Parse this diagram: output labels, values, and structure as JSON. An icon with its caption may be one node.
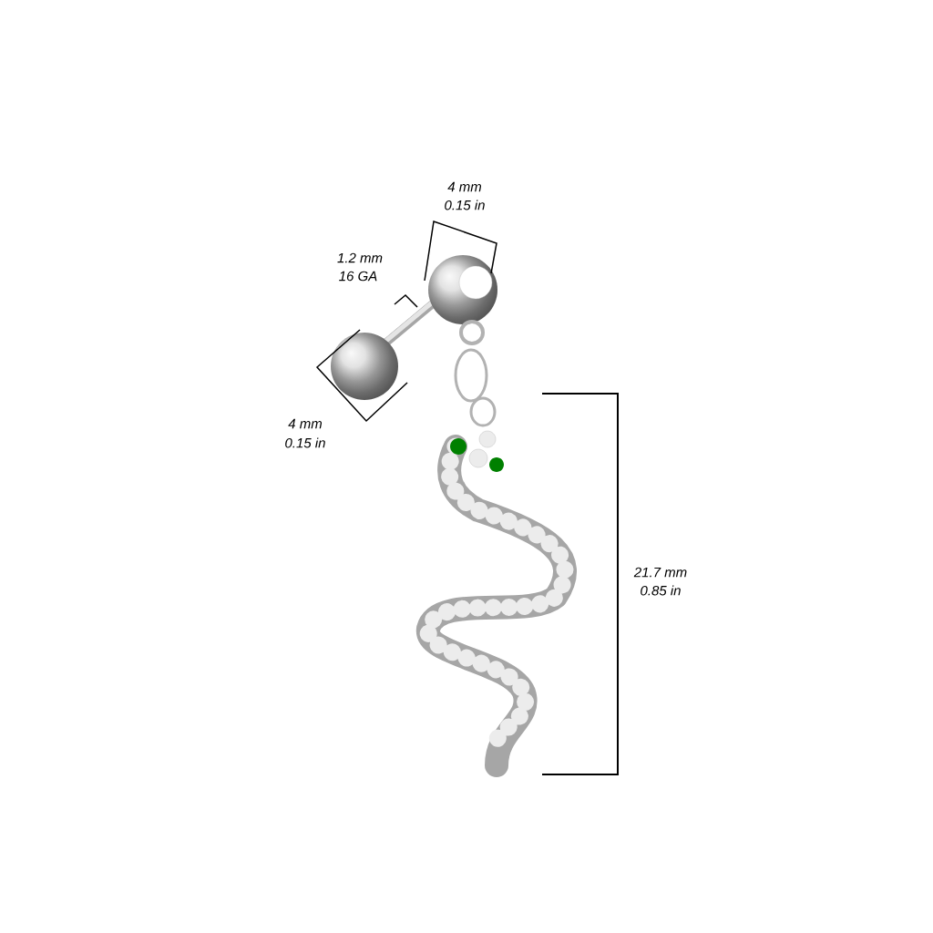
{
  "diagram": {
    "labels": [
      "4 mm",
      "0.15 in",
      "1.2 mm",
      "16 GA",
      "4 mm",
      "0.15 in",
      "21.7 mm",
      "0.85 in"
    ]
  }
}
